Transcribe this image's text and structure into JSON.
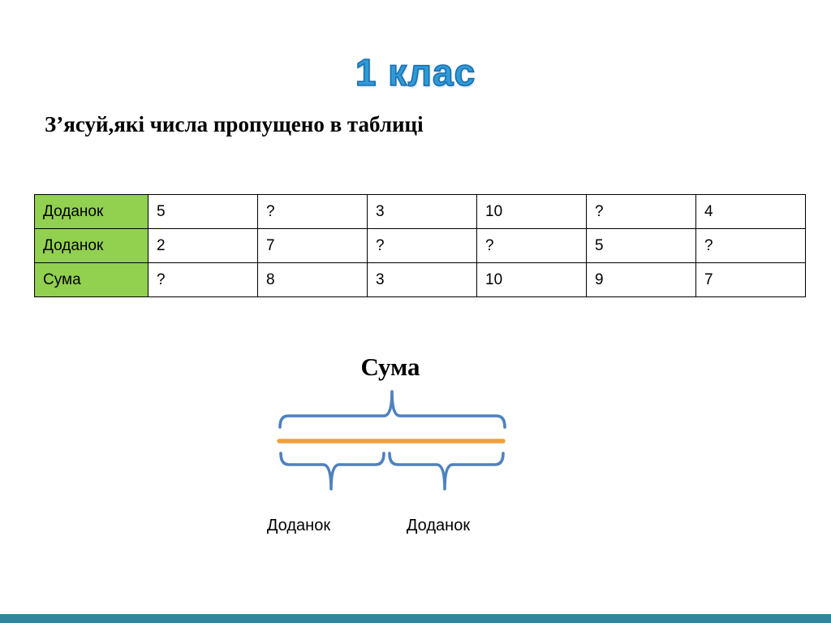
{
  "slide": {
    "grade_title": "1 клас",
    "task_text": "З’ясуй,які числа пропущено в таблиці"
  },
  "table": {
    "rows": [
      {
        "header": "Доданок",
        "cells": [
          "5",
          "?",
          "3",
          "10",
          "?",
          "4"
        ]
      },
      {
        "header": "Доданок",
        "cells": [
          "2",
          "7",
          "?",
          "?",
          "5",
          "?"
        ]
      },
      {
        "header": "Сума",
        "cells": [
          "?",
          "8",
          "3",
          "10",
          "9",
          "7"
        ]
      }
    ]
  },
  "diagram": {
    "sum_label": "Сума",
    "left_addend_label": "Доданок",
    "right_addend_label": "Доданок"
  },
  "colors": {
    "table_header_green": "#92d050",
    "brace_blue": "#4f81bd",
    "line_orange": "#f0a03c",
    "footer_teal": "#31849b",
    "title_blue": "#2e9bd6"
  }
}
